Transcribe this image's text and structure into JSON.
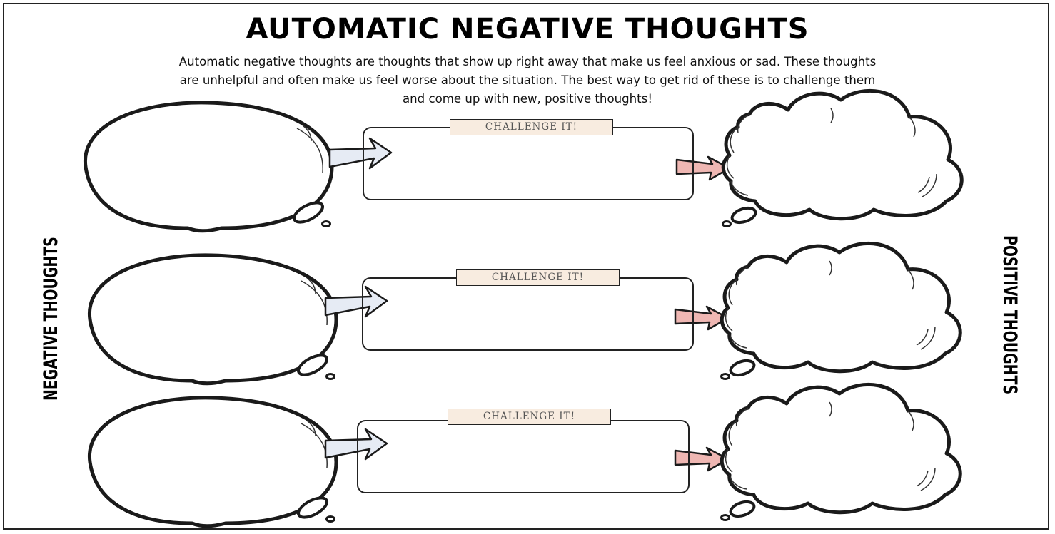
{
  "title": "AUTOMATIC NEGATIVE THOUGHTS",
  "intro": [
    "Automatic negative thoughts are thoughts that show up right away that make us feel anxious or sad.  These thoughts",
    "are unhelpful and often make us feel worse about the situation.  The best way to get rid of these is to challenge them",
    "and come up with new, positive thoughts!"
  ],
  "side_labels": {
    "negative": "NEGATIVE THOUGHTS",
    "positive": "POSITIVE THOUGHTS"
  },
  "rows": [
    {
      "challenge_label": "CHALLENGE IT!"
    },
    {
      "challenge_label": "CHALLENGE IT!"
    },
    {
      "challenge_label": "CHALLENGE IT!"
    }
  ],
  "colors": {
    "left_arrow_fill": "#e6ebf4",
    "right_arrow_fill": "#efb7b3",
    "tag_fill": "#f8ece0",
    "outline": "#222222"
  },
  "icons": [
    "speech-bubble-icon",
    "thought-cloud-icon",
    "arrow-icon"
  ]
}
